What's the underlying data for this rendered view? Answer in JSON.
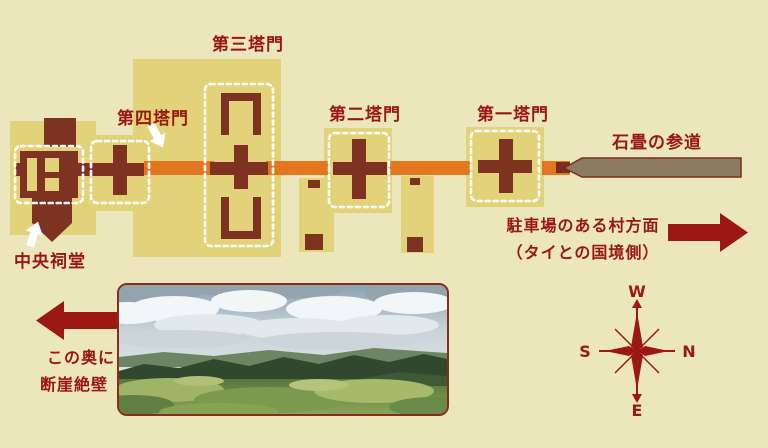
{
  "labels": {
    "gopura3": "第三塔門",
    "gopura4": "第四塔門",
    "gopura2": "第二塔門",
    "gopura1": "第一塔門",
    "stone_approach": "石畳の参道",
    "central_shrine": "中央祠堂",
    "village_line1": "駐車場のある村方面",
    "village_line2": "（タイとの国境側）",
    "cliff_line1": "この奥に",
    "cliff_line2": "断崖絶壁"
  },
  "compass": {
    "west": "W",
    "north": "N",
    "south": "S",
    "east": "E"
  },
  "colors": {
    "background": "#ece6bc",
    "building_fill": "#e2d279",
    "structure_fill": "#7d3222",
    "causeway_fill": "#e2771f",
    "stone_path_fill": "#8d7a63",
    "accent_red": "#9c1812",
    "label_red": "#991712",
    "highlight_outline": "#ffffff"
  },
  "icons": {
    "compass": "compass-rose",
    "right_arrow": "arrow-right",
    "left_arrow": "arrow-left",
    "callouts": "white-pointer-arrow"
  }
}
